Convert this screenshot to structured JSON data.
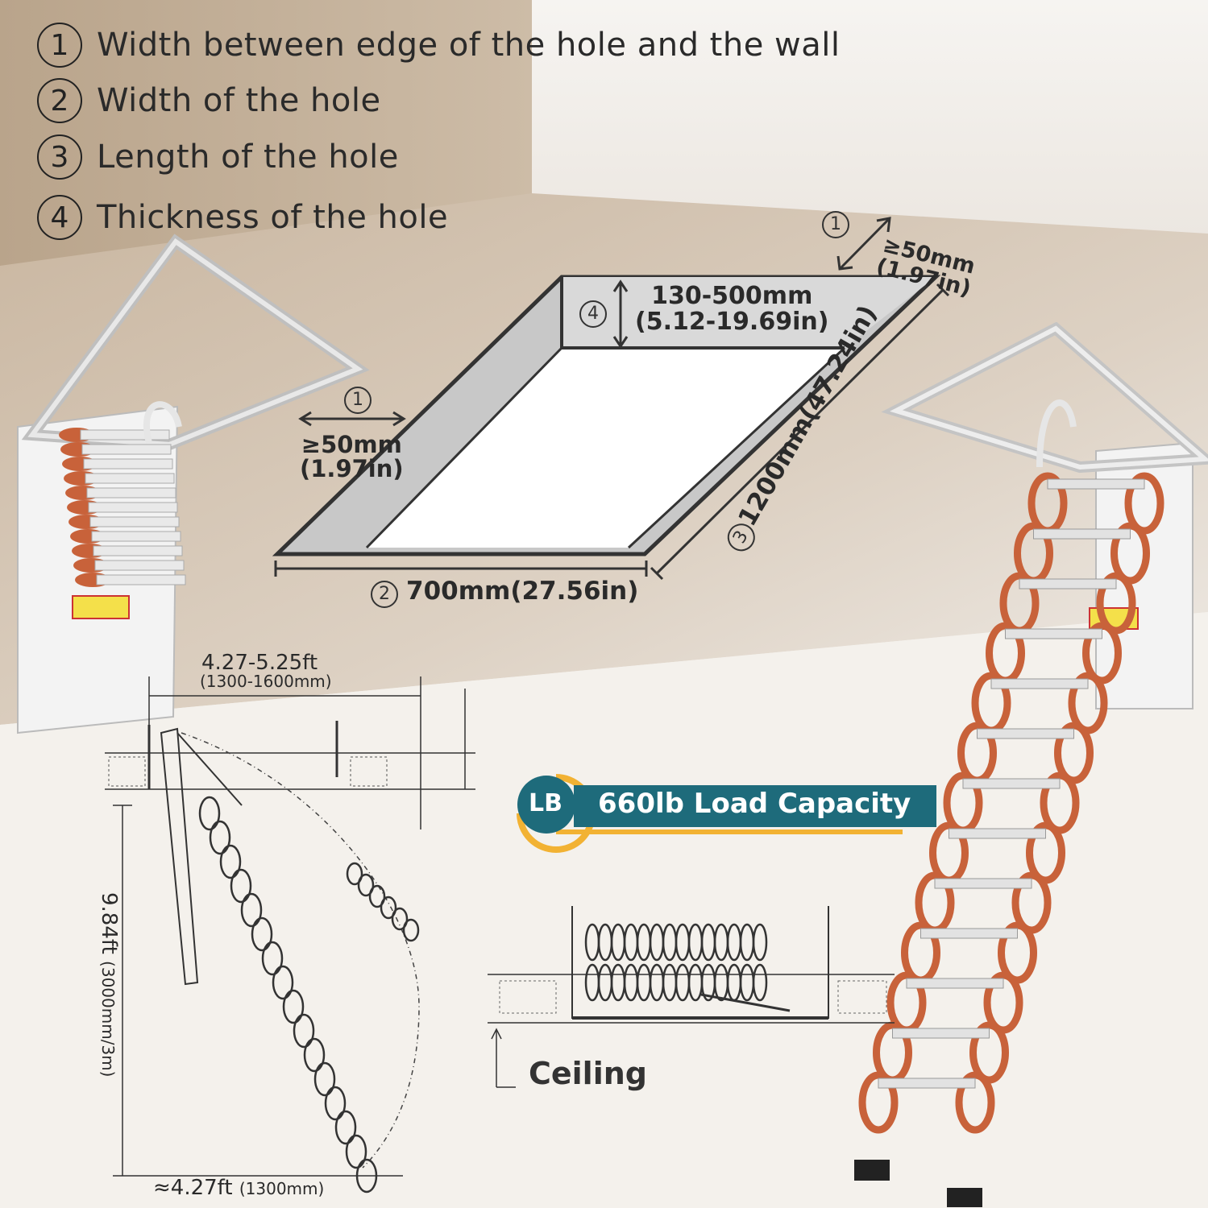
{
  "legend": [
    {
      "num": "1",
      "text": "Width between edge of the hole and the wall"
    },
    {
      "num": "2",
      "text": "Width of the hole"
    },
    {
      "num": "3",
      "text": "Length of the hole"
    },
    {
      "num": "4",
      "text": "Thickness of the hole"
    }
  ],
  "hole": {
    "gap_right": {
      "num": "1",
      "mm": "≥50mm",
      "in": "(1.97in)"
    },
    "gap_left": {
      "num": "1",
      "mm": "≥50mm",
      "in": "(1.97in)"
    },
    "thickness": {
      "num": "4",
      "mm": "130-500mm",
      "in": "(5.12-19.69in)"
    },
    "length": {
      "num": "3",
      "text": "1200mm(47.24in)"
    },
    "width": {
      "num": "2",
      "text": "700mm(27.56in)"
    }
  },
  "side_view": {
    "span_ft": "4.27-5.25ft",
    "span_mm": "(1300-1600mm)",
    "height_ft": "9.84ft",
    "height_mm": "(3000mm/3m)",
    "base_ft": "≈4.27ft",
    "base_mm": "(1300mm)"
  },
  "badge": {
    "icon": "LB",
    "text": "660lb Load Capacity",
    "color": "#1e6b7b",
    "ring_color": "#f2b233"
  },
  "ceiling_label": "Ceiling"
}
